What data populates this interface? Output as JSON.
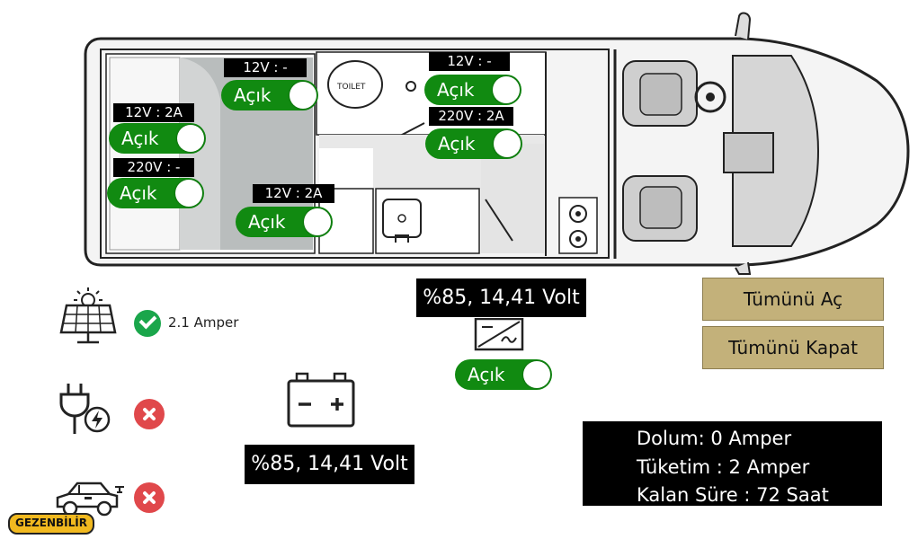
{
  "van": {
    "toilet_label": "TOILET"
  },
  "zones": {
    "bedroom_top_12v": {
      "tag": "12V : 2A",
      "toggle": "Açık"
    },
    "bedroom_bottom_220v": {
      "tag": "220V : -",
      "toggle": "Açık"
    },
    "bath_12v": {
      "tag": "12V : -",
      "toggle": "Açık"
    },
    "middle_12v": {
      "tag": "12V : 2A",
      "toggle": "Açık"
    },
    "kitchen_12v": {
      "tag": "12V : -",
      "toggle": "Açık"
    },
    "kitchen_220v": {
      "tag": "220V : 2A",
      "toggle": "Açık"
    }
  },
  "inverter": {
    "reading": "%85, 14,41 Volt",
    "toggle": "Açık"
  },
  "battery": {
    "reading": "%85, 14,41 Volt"
  },
  "sources": {
    "solar": {
      "status": "ok",
      "value": "2.1 Amper"
    },
    "shore_power": {
      "status": "off"
    },
    "vehicle_charge": {
      "status": "off"
    }
  },
  "controls": {
    "all_on": "Tümünü Aç",
    "all_off": "Tümünü Kapat"
  },
  "status": {
    "charging": "Dolum: 0 Amper",
    "consumption": "Tüketim : 2 Amper",
    "remaining": "Kalan Süre : 72 Saat"
  },
  "logo": {
    "text": "GEZENBİLİR"
  },
  "colors": {
    "toggle_on": "#118a11",
    "button_gold": "#c3b17a",
    "error_red": "#e0484b",
    "ok_green": "#1aa64b"
  }
}
